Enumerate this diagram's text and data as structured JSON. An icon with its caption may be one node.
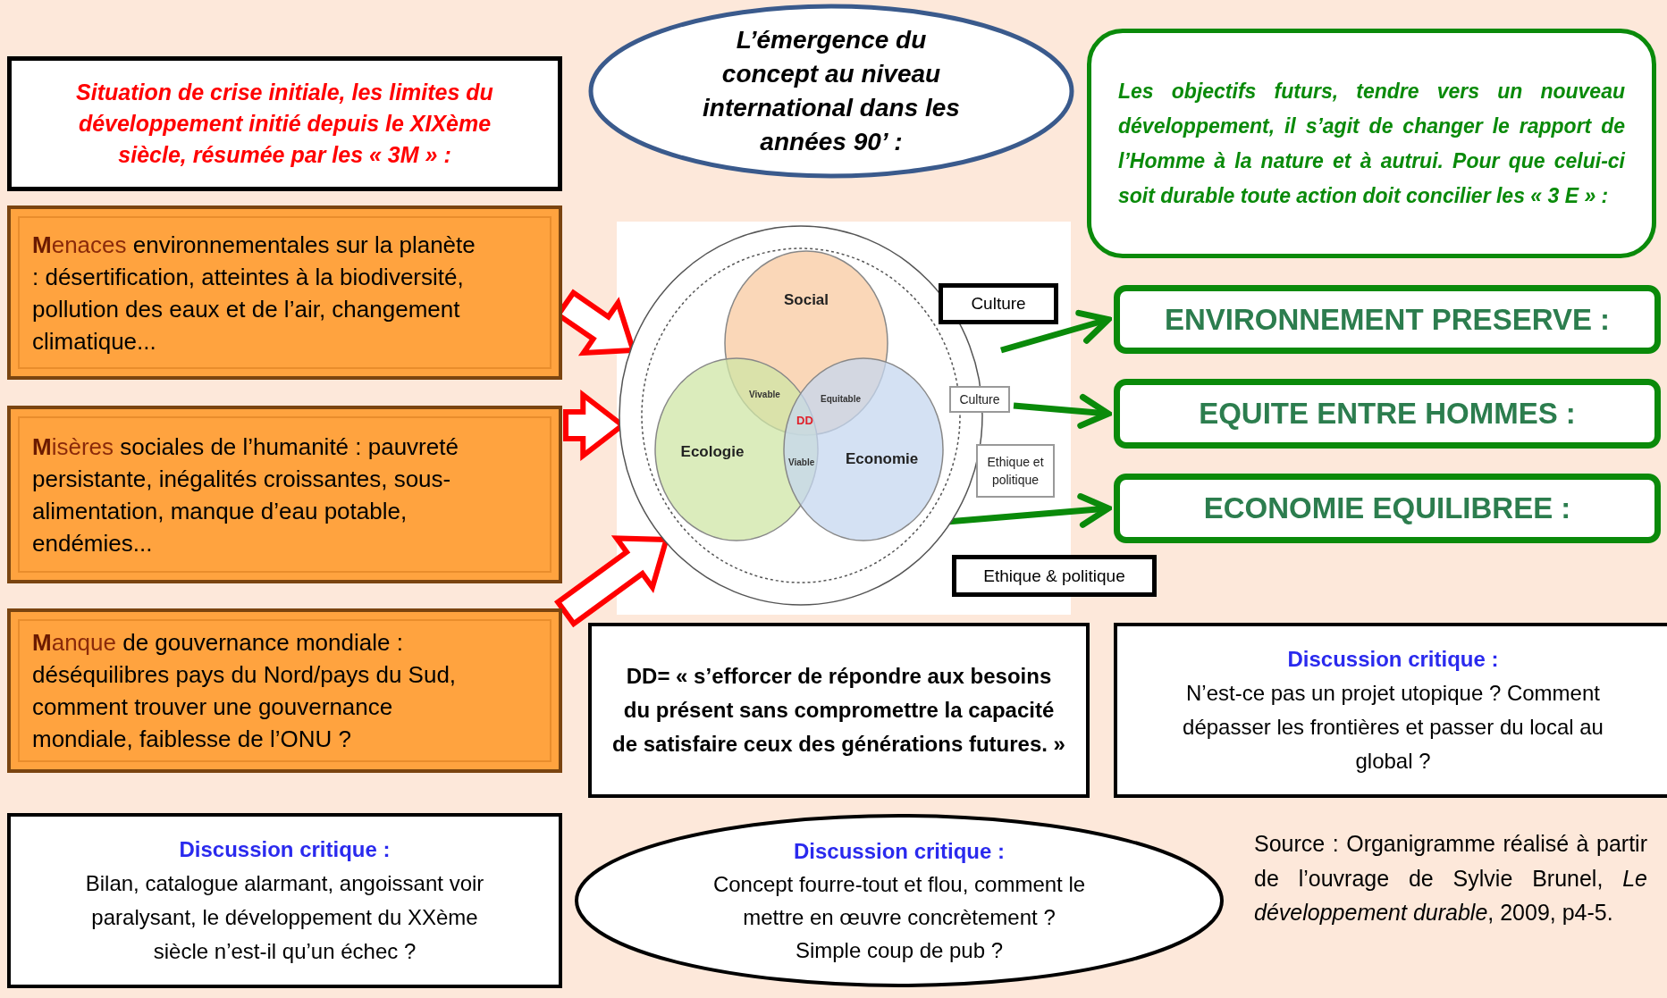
{
  "diagram": {
    "nodes": [
      {
        "text": [
          "Situation de crise initiale, les limites du développement initié depuis le XIXème siècle, résumée par les « 3M » :"
        ]
      },
      {
        "text": [
          "**M**enaces environnementales sur la planète : désertification, atteintes à la biodiversité, pollution des eaux et de l’air, changement climatique..."
        ]
      },
      {
        "text": [
          "**M**isères sociales de l’humanité : pauvreté persistante, inégalités croissantes, sous-alimentation, manque d’eau potable, endémies..."
        ]
      },
      {
        "text": [
          "**M**anque de gouvernance mondiale : déséquilibres pays du Nord/pays du Sud, comment trouver une gouvernance mondiale, faiblesse de l’ONU ?"
        ]
      },
      {
        "text": [
          "L’émergence du concept au niveau international dans les années 90’ :"
        ]
      },
      {
        "text": [
          "Les objectifs futurs, tendre vers un nouveau développement, il s’agit de changer le rapport de l’Homme à la nature et à autrui. Pour que celui-ci soit durable toute action doit concilier les « 3 E » :"
        ]
      },
      {
        "text": [],
        "shape": "circle"
      },
      {
        "text": [
          "Social"
        ],
        "in": 6
      },
      {
        "text": [
          "Ecologie"
        ],
        "in": 6
      },
      {
        "text": [
          "Economie"
        ],
        "in": 6
      },
      {
        "text": [
          "Culture"
        ]
      },
      {
        "text": [
          "Ethique et politique"
        ]
      },
      {
        "text": [
          "Culture"
        ]
      },
      {
        "text": [
          "ENVIRONNEMENT PRESERVE :"
        ]
      },
      {
        "text": [
          "EQUITE ENTRE HOMMES :"
        ]
      },
      {
        "text": [
          "ECONOMIE EQUILIBREE :"
        ]
      },
      {
        "text": [
          "Ethique & politique"
        ]
      },
      {
        "text": [
          "DD= « s’efforcer de répondre aux besoins du présent sans compromettre la capacité de satisfaire ceux des générations futures. »"
        ]
      },
      {
        "text": [
          "Discussion critique :",
          "N’est-ce pas un projet utopique ? Comment dépasser les frontières et passer du local au global ?"
        ]
      },
      {
        "text": [
          "Discussion critique :",
          "Bilan, catalogue alarmant, angoissant voir paralysant, le développement du XXème siècle n’est-il qu’un échec ?"
        ]
      },
      {
        "text": [
          "Discussion critique :",
          "Concept fourre-tout et flou, comment le mettre en œuvre concrètement ? Simple coup de pub ?"
        ]
      }
    ],
    "edges": [
      {
        "from": 1,
        "to": 6,
        "arrow": "to",
        "style": "thick",
        "color": "#ff0000"
      },
      {
        "from": 2,
        "to": 6,
        "arrow": "to",
        "style": "thick",
        "color": "#ff0000"
      },
      {
        "from": 3,
        "to": 6,
        "arrow": "to",
        "style": "thick",
        "color": "#ff0000"
      },
      {
        "from": null,
        "to": 13,
        "arrow": "to",
        "color": "#0a8a0a"
      },
      {
        "from": 10,
        "to": 14,
        "arrow": "to",
        "color": "#0a8a0a"
      },
      {
        "from": 6,
        "to": 15,
        "arrow": "to",
        "color": "#0a8a0a"
      }
    ],
    "labels": [
      "Vivable",
      "Equitable",
      "DD",
      "Viable",
      "Source : Organigramme réalisé à partir de l’ouvrage de Sylvie Brunel, *Le développement durable*, 2009, p4-5."
    ]
  }
}
